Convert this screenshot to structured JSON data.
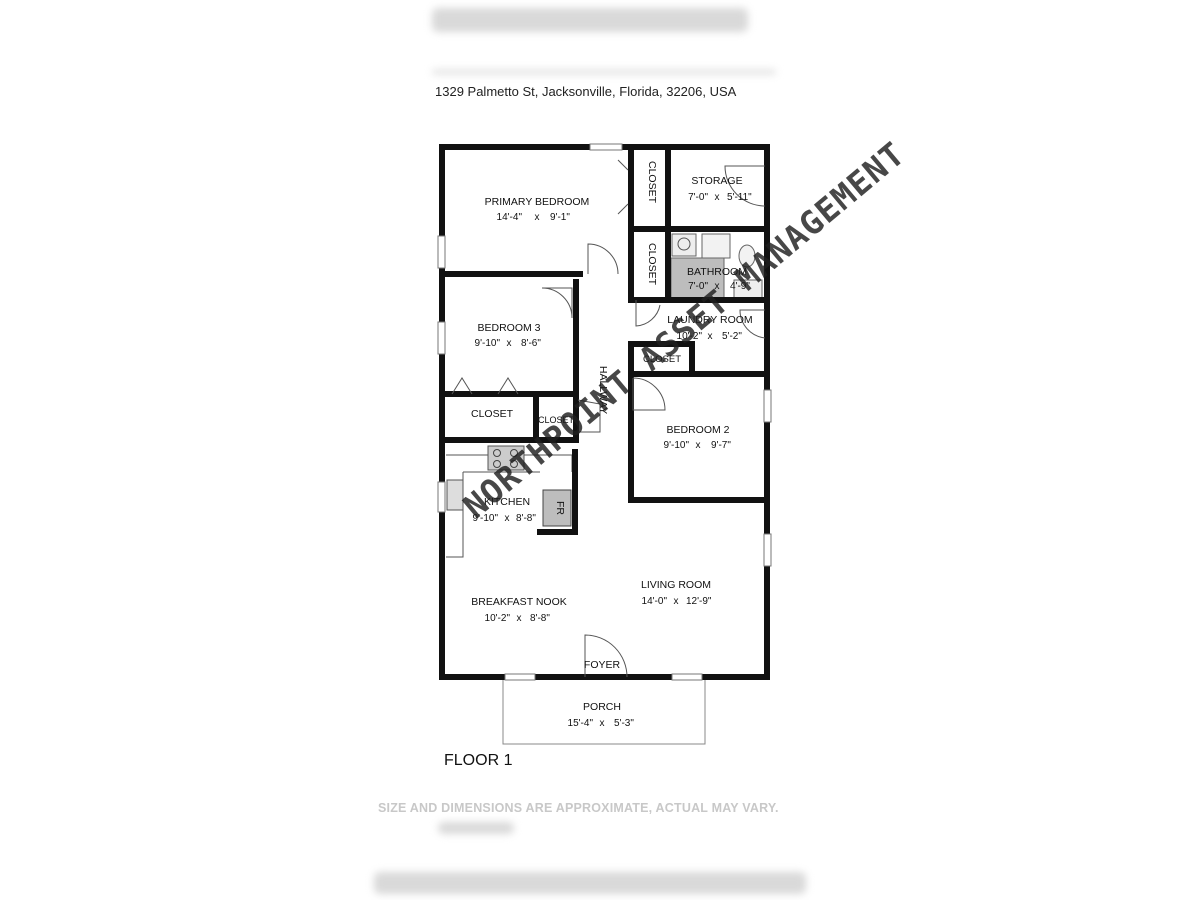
{
  "address": "1329 Palmetto St, Jacksonville, Florida, 32206, USA",
  "floor_label": "FLOOR 1",
  "disclaimer": "SIZE AND DIMENSIONS ARE APPROXIMATE, ACTUAL MAY VARY.",
  "watermark": "NORTHPOINT ASSET MANAGEMENT",
  "rooms": {
    "primary_bedroom": {
      "name": "PRIMARY BEDROOM",
      "dim_a": "14'-4\"",
      "dim_b": "9'-1\""
    },
    "storage": {
      "name": "STORAGE",
      "dim_a": "7'-0\"",
      "dim_b": "5'-11\""
    },
    "bathroom": {
      "name": "BATHROOM",
      "dim_a": "7'-0\"",
      "dim_b": "4'-9\""
    },
    "laundry_room": {
      "name": "LAUNDRY ROOM",
      "dim_a": "10'-2\"",
      "dim_b": "5'-2\""
    },
    "bedroom_3": {
      "name": "BEDROOM 3",
      "dim_a": "9'-10\"",
      "dim_b": "8'-6\""
    },
    "bedroom_2": {
      "name": "BEDROOM 2",
      "dim_a": "9'-10\"",
      "dim_b": "9'-7\""
    },
    "kitchen": {
      "name": "KITCHEN",
      "dim_a": "9'-10\"",
      "dim_b": "8'-8\""
    },
    "breakfast_nook": {
      "name": "BREAKFAST NOOK",
      "dim_a": "10'-2\"",
      "dim_b": "8'-8\""
    },
    "living_room": {
      "name": "LIVING ROOM",
      "dim_a": "14'-0\"",
      "dim_b": "12'-9\""
    },
    "porch": {
      "name": "PORCH",
      "dim_a": "15'-4\"",
      "dim_b": "5'-3\""
    },
    "foyer": {
      "name": "FOYER"
    },
    "hallway": {
      "name": "HALLWAY"
    }
  },
  "closet_label": "CLOSET",
  "fridge_label": "FR",
  "times_symbol": "x"
}
